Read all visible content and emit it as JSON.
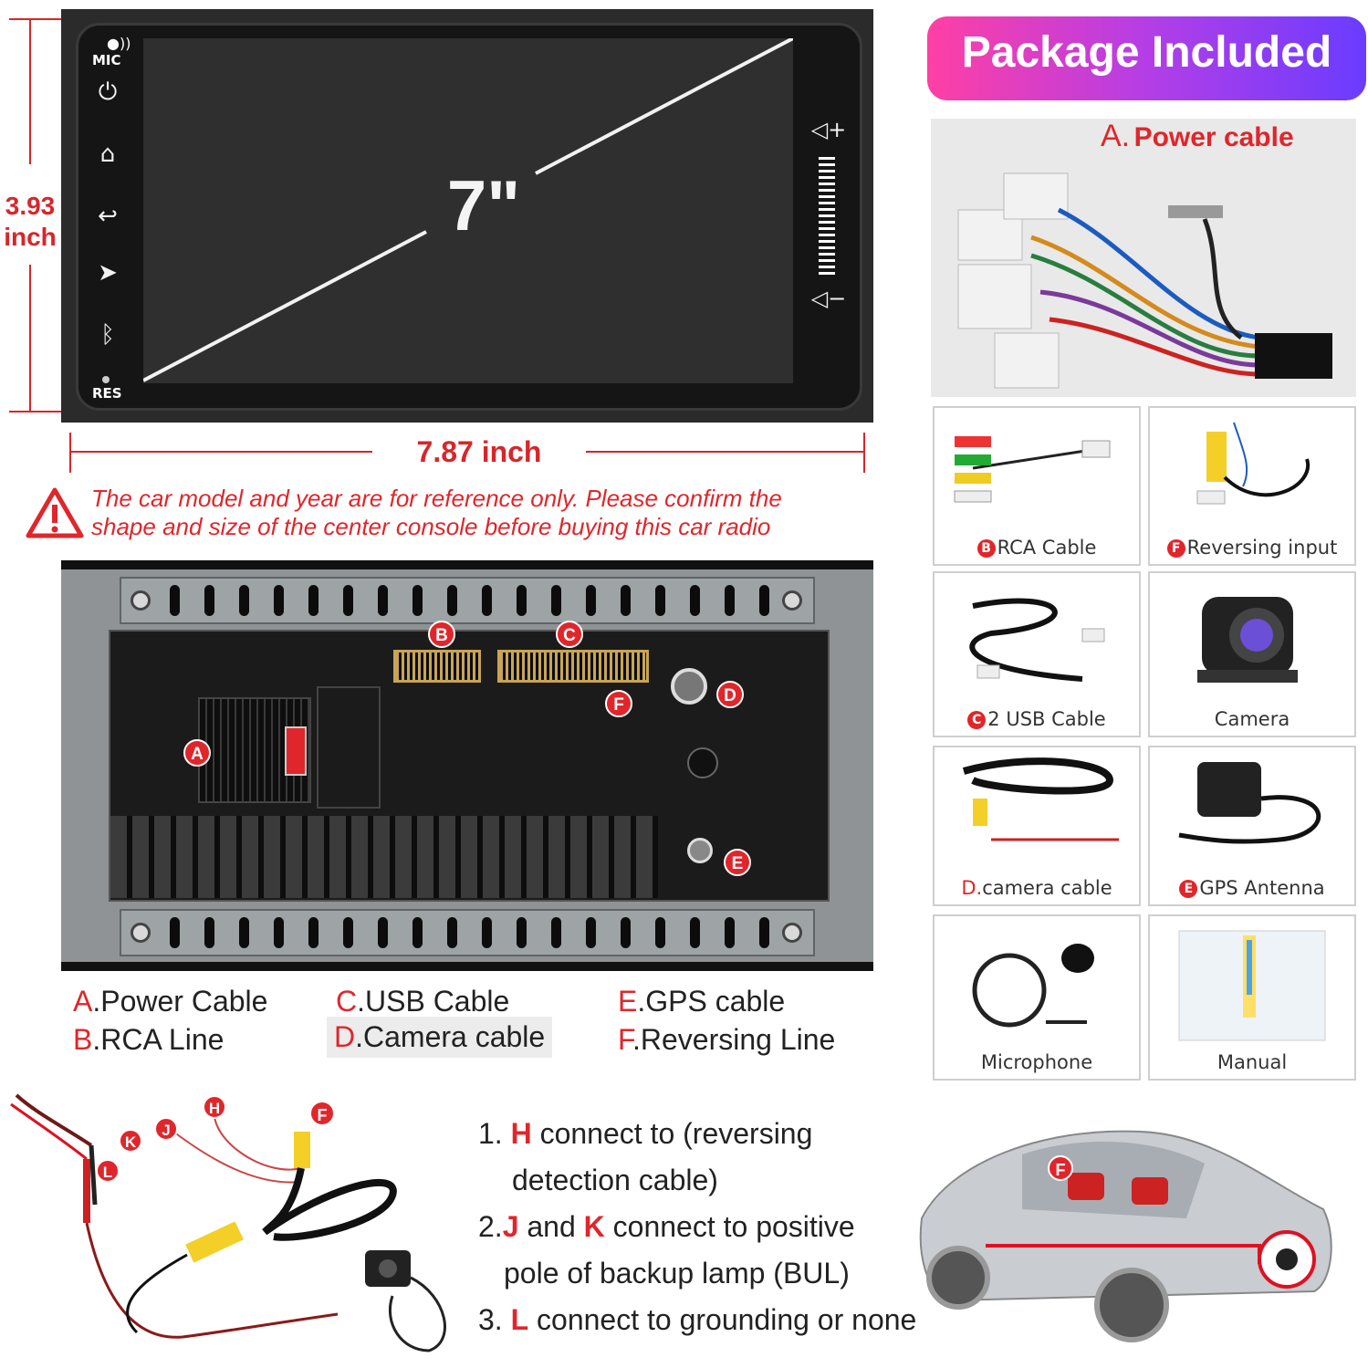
{
  "front": {
    "mic": "MIC",
    "res": "RES",
    "screen_size": "7\"",
    "height_value": "3.93",
    "height_unit": "inch",
    "width_label": "7.87 inch",
    "icons": [
      "power-icon",
      "home-icon",
      "back-icon",
      "navigation-icon",
      "bluetooth-icon",
      "volume-up-icon",
      "volume-down-icon"
    ]
  },
  "warning": {
    "line1": "The car model and year are for reference only. Please confirm the",
    "line2": "shape and size of the center console before buying this car radio"
  },
  "back_markers": [
    "A",
    "B",
    "C",
    "D",
    "E",
    "F"
  ],
  "legend": {
    "a_letter": "A",
    "a_text": ".Power Cable",
    "b_letter": "B",
    "b_text": ".RCA Line",
    "c_letter": "C",
    "c_text": ".USB Cable",
    "d_letter": "D",
    "d_text": ".Camera cable",
    "e_letter": "E",
    "e_text": ".GPS cable",
    "f_letter": "F",
    "f_text": ".Reversing Line"
  },
  "package": {
    "title": "Package Included",
    "power_letter": "A.",
    "power_label": "Power cable",
    "items": [
      {
        "marker": "B",
        "label": "RCA Cable"
      },
      {
        "marker": "F",
        "label": "Reversing input"
      },
      {
        "marker": "C",
        "label": "2 USB Cable"
      },
      {
        "marker": "",
        "label": "Camera"
      },
      {
        "marker": "D.",
        "label": "camera cable"
      },
      {
        "marker": "E",
        "label": "GPS Antenna"
      },
      {
        "marker": "",
        "label": "Microphone"
      },
      {
        "marker": "",
        "label": "Manual"
      }
    ]
  },
  "wiring": {
    "markers": [
      "K",
      "J",
      "H",
      "F",
      "L"
    ],
    "step1_num": "1.",
    "step1_key": "H",
    "step1_text": " connect to (reversing",
    "step1_cont": "detection cable)",
    "step2_num": "2.",
    "step2_key1": "J",
    "step2_mid": " and ",
    "step2_key2": "K",
    "step2_text": " connect to positive",
    "step2_cont": "pole of backup lamp (BUL)",
    "step3_num": "3.",
    "step3_key": "L",
    "step3_text": " connect to grounding or none",
    "car_marker": "F"
  },
  "colors": {
    "accent_red": "#e0262b",
    "title_gradient_start": "#ff3fa4",
    "title_gradient_end": "#6a3cff"
  }
}
